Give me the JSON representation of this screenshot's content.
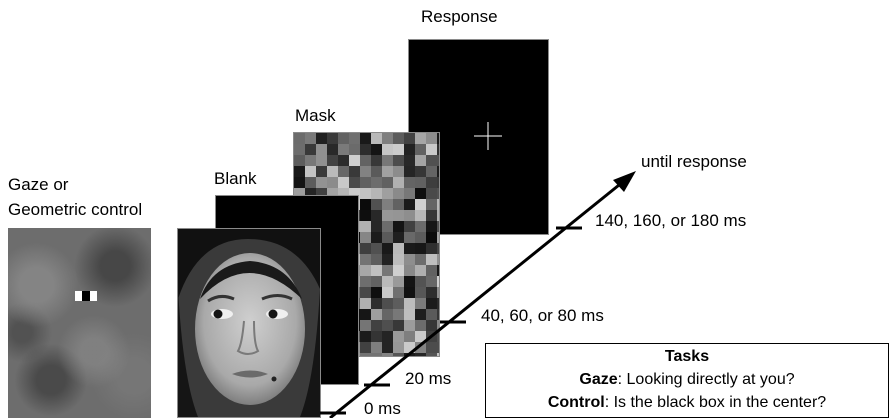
{
  "labels": {
    "gaze_line1": "Gaze or",
    "gaze_line2": "Geometric control",
    "blank": "Blank",
    "mask": "Mask",
    "response": "Response"
  },
  "timeline": {
    "t0": "0 ms",
    "t1": "20 ms",
    "t2": "40, 60, or 80 ms",
    "t3": "140, 160, or 180 ms",
    "t4": "until response"
  },
  "tasks": {
    "title": "Tasks",
    "gaze_key": "Gaze",
    "gaze_text": ": Looking directly at you?",
    "control_key": "Control",
    "control_text": ": Is the black box in the center?"
  },
  "colors": {
    "screen_black": "#000000",
    "noise_gray": "#6d6d6d",
    "frame_gray": "#8a8a8a"
  },
  "icons": {
    "fixation": "plus-cross",
    "arrow": "diagonal-arrow"
  }
}
